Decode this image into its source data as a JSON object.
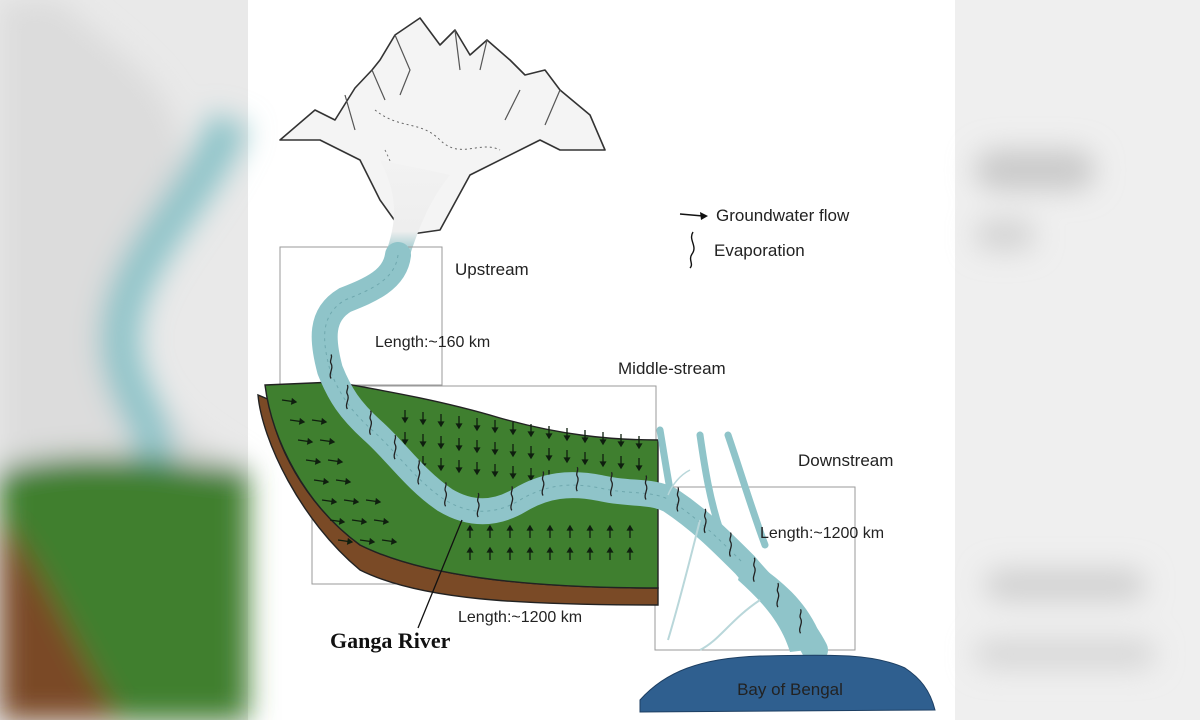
{
  "legend": {
    "groundwater_flow": "Groundwater flow",
    "evaporation": "Evaporation"
  },
  "sections": {
    "upstream": {
      "name": "Upstream",
      "length": "Length:~160 km"
    },
    "middle": {
      "name": "Middle-stream",
      "length": "Length:~1200 km"
    },
    "downstream": {
      "name": "Downstream",
      "length": "Length:~1200 km"
    }
  },
  "river_name": "Ganga River",
  "sea_name": "Bay of Bengal",
  "colors": {
    "river": "#8fc4c9",
    "plain": "#3f7f2f",
    "soil": "#7a4a26",
    "sea": "#2f5f8f",
    "side_blur": "#eaeaea"
  }
}
